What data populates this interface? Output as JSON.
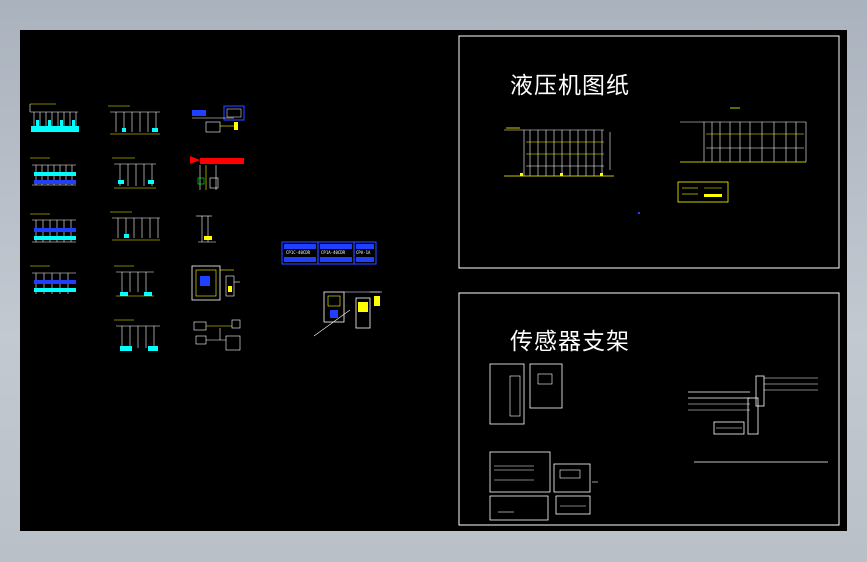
{
  "drawing": {
    "frames": [
      {
        "id": "hydraulic",
        "title": "液压机图纸"
      },
      {
        "id": "sensor",
        "title": "传感器支架"
      }
    ],
    "panel_labels": [
      "CP1C-40CDR",
      "CP1A-40CDR",
      "CPA-1A"
    ],
    "colors": {
      "background": "#000000",
      "frame": "#ffffff",
      "line_white": "#ffffff",
      "line_yellow": "#ffff00",
      "line_cyan": "#00ffff",
      "line_blue": "#2040ff",
      "line_red": "#ff0000",
      "line_green": "#00ff00"
    }
  }
}
